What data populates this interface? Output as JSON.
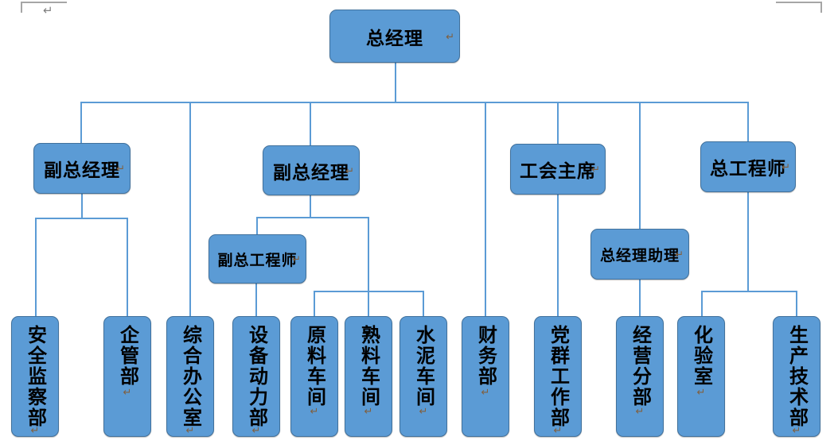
{
  "document": {
    "type": "organization-chart",
    "pilcrow_glyph": "↵",
    "leaf_pilcrow_glyph": "↵",
    "colors": {
      "node_fill": "#5B9BD5",
      "node_border": "#41719C",
      "connector": "#5B9BD5",
      "text": "#000000",
      "pilcrow": "#806040",
      "margin_mark": "#a6a6a6"
    }
  },
  "nodes": {
    "general_manager": {
      "label": "总经理"
    },
    "deputy_gm_1": {
      "label": "副总经理"
    },
    "deputy_gm_2": {
      "label": "副总经理"
    },
    "union_chairman": {
      "label": "工会主席"
    },
    "chief_engineer": {
      "label": "总工程师"
    },
    "deputy_chief_engineer": {
      "label": "副总工程师"
    },
    "gm_assistant": {
      "label": "总经理助理"
    },
    "safety_supervision_dept": {
      "label": "安全监察部"
    },
    "enterprise_mgmt_dept": {
      "label": "企管部"
    },
    "general_office": {
      "label": "综合办公室"
    },
    "equipment_power_dept": {
      "label": "设备动力部"
    },
    "raw_material_workshop": {
      "label": "原料车间"
    },
    "clinker_workshop": {
      "label": "熟料车间"
    },
    "cement_workshop": {
      "label": "水泥车间"
    },
    "finance_dept": {
      "label": "财务部"
    },
    "party_mass_work_dept": {
      "label": "党群工作部"
    },
    "operations_branch": {
      "label": "经营分部"
    },
    "laboratory": {
      "label": "化验室"
    },
    "production_tech_dept": {
      "label": "生产技术部"
    }
  },
  "hierarchy": {
    "root": "总经理",
    "level2": [
      "副总经理",
      "副总经理",
      "工会主席",
      "总工程师"
    ],
    "direct_reports_to_root": [
      "综合办公室",
      "财务部",
      "总经理助理"
    ],
    "edges": [
      {
        "from": "总经理",
        "to": "副总经理"
      },
      {
        "from": "总经理",
        "to": "综合办公室"
      },
      {
        "from": "总经理",
        "to": "副总经理"
      },
      {
        "from": "总经理",
        "to": "财务部"
      },
      {
        "from": "总经理",
        "to": "工会主席"
      },
      {
        "from": "总经理",
        "to": "总经理助理"
      },
      {
        "from": "总经理",
        "to": "总工程师"
      },
      {
        "from": "副总经理",
        "to": "安全监察部"
      },
      {
        "from": "副总经理",
        "to": "企管部"
      },
      {
        "from": "副总经理",
        "to": "副总工程师"
      },
      {
        "from": "副总工程师",
        "to": "设备动力部"
      },
      {
        "from": "副总经理",
        "to": "原料车间"
      },
      {
        "from": "副总经理",
        "to": "熟料车间"
      },
      {
        "from": "副总经理",
        "to": "水泥车间"
      },
      {
        "from": "工会主席",
        "to": "党群工作部"
      },
      {
        "from": "总经理助理",
        "to": "经营分部"
      },
      {
        "from": "总工程师",
        "to": "化验室"
      },
      {
        "from": "总工程师",
        "to": "生产技术部"
      }
    ]
  }
}
